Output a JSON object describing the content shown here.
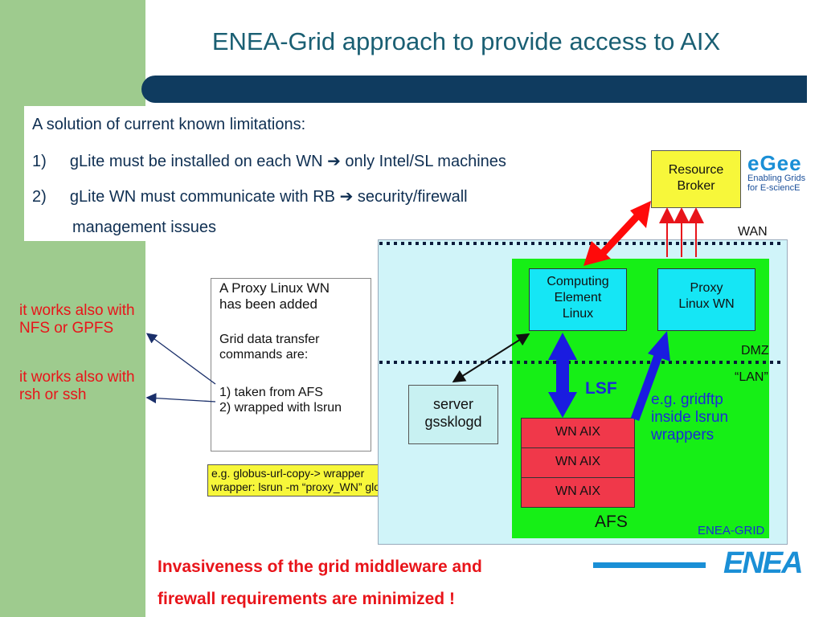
{
  "title": "ENEA-Grid approach to provide access to AIX",
  "bullets": {
    "intro": "A solution of current known limitations:",
    "item1_num": "1)",
    "item1_text": "gLite must be installed on each WN",
    "item1_arrow": "➔",
    "item1_result": "only Intel/SL machines",
    "item2_num": "2)",
    "item2_text": "gLite WN must communicate with RB",
    "item2_arrow": "➔",
    "item2_result": "security/firewall",
    "item2_cont": "management issues"
  },
  "side_notes": {
    "nfs_line1": "it works also with",
    "nfs_line2": "NFS or GPFS",
    "rsh_line1": "it works also with",
    "rsh_line2": "rsh or ssh"
  },
  "proxy_note": {
    "line1": "A Proxy Linux WN",
    "line2": "has been added",
    "line3": "Grid data transfer",
    "line4": "commands are:",
    "line5": "1) taken from AFS",
    "line6": "2) wrapped with lsrun"
  },
  "example_note": {
    "line1": "e.g. globus-url-copy-> wrapper",
    "line2": "wrapper: lsrun -m “proxy_WN” globus-url-copy $*"
  },
  "diagram": {
    "resource_broker_l1": "Resource",
    "resource_broker_l2": "Broker",
    "egee_logo": "eGee",
    "egee_tag1": "Enabling Grids",
    "egee_tag2": "for E-sciencE",
    "wan": "WAN",
    "dmz": "DMZ",
    "lan": "“LAN”",
    "computing_element_l1": "Computing",
    "computing_element_l2": "Element",
    "computing_element_l3": "Linux",
    "proxy_wn_l1": "Proxy",
    "proxy_wn_l2": "Linux WN",
    "server_l1": "server",
    "server_l2": "gssklogd",
    "lsf": "LSF",
    "gridftp_l1": "e.g. gridftp",
    "gridftp_l2": "inside lsrun",
    "gridftp_l3": "wrappers",
    "wn_aix_1": "WN AIX",
    "wn_aix_2": "WN AIX",
    "wn_aix_3": "WN AIX",
    "afs": "AFS",
    "enea_grid": "ENEA-GRID"
  },
  "conclusion": {
    "line1": "Invasiveness of the grid middleware and",
    "line2": "firewall requirements are minimized !"
  },
  "enea_logo": "ENEA",
  "colors": {
    "sidebar": "#9ecb8e",
    "banner": "#0f3b5f",
    "title": "#1a5f73",
    "red_text": "#e8141a",
    "blue_text": "#1a2bd6",
    "green_area": "#16ef16",
    "cyan_box": "#15e6f5",
    "wn_box": "#f0384a",
    "lan_area": "#d0f4f9",
    "yellow_box": "#f7f73a",
    "logo_blue": "#1a8fd6"
  },
  "icons": [
    "egee-logo",
    "enea-logo",
    "bidirectional-arrow-icon"
  ]
}
